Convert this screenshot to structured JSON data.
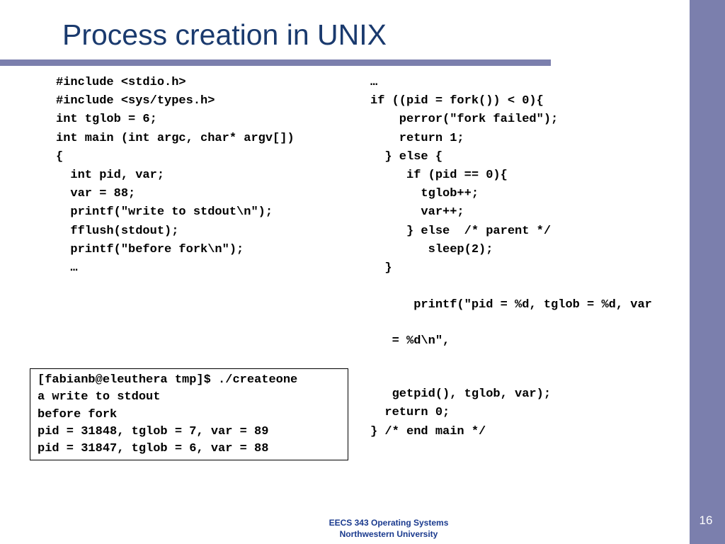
{
  "slide": {
    "title": "Process creation in UNIX",
    "page_number": "16"
  },
  "code_left": [
    "#include <stdio.h>",
    "#include <sys/types.h>",
    "",
    "int tglob = 6;",
    "",
    "int main (int argc, char* argv[])",
    "{",
    "  int pid, var;",
    "",
    "  var = 88;",
    "  printf(\"write to stdout\\n\");",
    "  fflush(stdout);",
    "  printf(\"before fork\\n\");",
    "  …"
  ],
  "code_right": [
    "…",
    "if ((pid = fork()) < 0){",
    "    perror(\"fork failed\");",
    "    return 1;",
    "  } else {",
    "     if (pid == 0){",
    "       tglob++;",
    "       var++;",
    "     } else  /* parent */",
    "        sleep(2);",
    "  }",
    "  printf(\"pid = %d, tglob = %d, var",
    "   = %d\\n\",",
    "   getpid(), tglob, var);",
    "  return 0;",
    "} /* end main */"
  ],
  "terminal_output": [
    "[fabianb@eleuthera tmp]$ ./createone",
    "a write to stdout",
    "before fork",
    "pid = 31848, tglob = 7, var = 89",
    "pid = 31847, tglob = 6, var = 88"
  ],
  "footer": {
    "course": "EECS 343 Operating Systems",
    "university": "Northwestern University"
  },
  "colors": {
    "title": "#1a3a6e",
    "accent_band": "#7b7fad",
    "footer_text": "#1a3a8e"
  }
}
